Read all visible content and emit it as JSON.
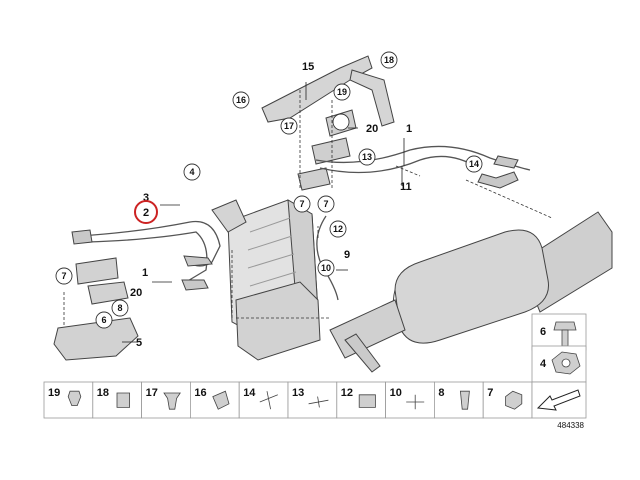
{
  "diagram": {
    "catalog_number": "484338",
    "selected_label": "2",
    "callouts": {
      "c1a": "1",
      "c1b": "1",
      "c2": "2",
      "c3": "3",
      "c4": "4",
      "c5": "5",
      "c6": "6",
      "c7a": "7",
      "c7b": "7",
      "c7c": "7",
      "c8": "8",
      "c9": "9",
      "c10": "10",
      "c11": "11",
      "c12": "12",
      "c13": "13",
      "c14": "14",
      "c15": "15",
      "c16": "16",
      "c17": "17",
      "c18": "18",
      "c19": "19",
      "c20a": "20",
      "c20b": "20"
    },
    "strip": [
      "19",
      "18",
      "17",
      "16",
      "14",
      "13",
      "12",
      "10",
      "8",
      "7"
    ],
    "side_parts": [
      "6",
      "4"
    ],
    "colors": {
      "line": "#222222",
      "part_fill": "#d9d9d9",
      "highlight": "#cc2222"
    }
  }
}
